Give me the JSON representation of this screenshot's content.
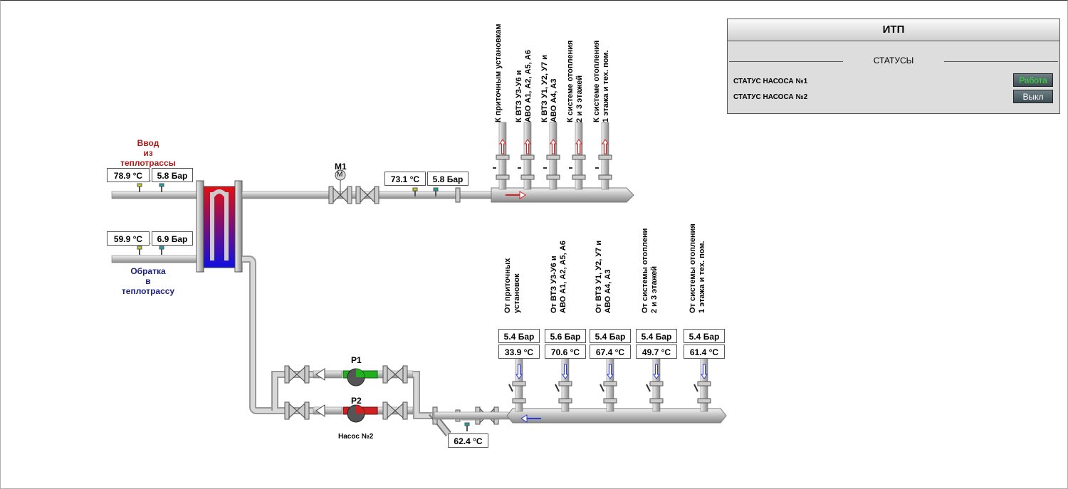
{
  "panel": {
    "title": "ИТП",
    "section": "СТАТУСЫ",
    "statuses": [
      {
        "label": "СТАТУС НАСОСА №1",
        "value": "Работа",
        "color": "#32e432"
      },
      {
        "label": "СТАТУС НАСОСА №2",
        "value": "Выкл",
        "color": "#ffffff"
      }
    ]
  },
  "inlet": {
    "title_lines": [
      "Ввод",
      "из",
      "теплотрассы"
    ],
    "temperature": "78.9 °C",
    "pressure": "5.8 Бар"
  },
  "return": {
    "title_lines": [
      "Обратка",
      "в",
      "теплотрассу"
    ],
    "temperature": "59.9 °C",
    "pressure": "6.9 Бар"
  },
  "supply_sensor": {
    "motor": "M1",
    "motor_icon": "M",
    "temperature": "73.1 °C",
    "pressure": "5.8 Бар"
  },
  "return_sensor": {
    "temperature": "62.4 °C"
  },
  "pumps": {
    "p1": "P1",
    "p2": "P2",
    "caption": "Насос №2"
  },
  "supply_branches": [
    "К приточным установкам",
    "К ВТЗ У3-У6 и\nАВО А1, А2, А5, А6",
    "К ВТЗ У1, У2, У7 и\nАВО А4, А3",
    "К системе отопления\n2 и 3 этажей",
    "К системе отопления\n1 этажа и тех. пом."
  ],
  "return_branches": [
    {
      "label": "От приточных\nустановок",
      "pressure": "5.4 Бар",
      "temperature": "33.9 °C"
    },
    {
      "label": "От ВТЗ У3-У6 и\nАВО А1, А2, А5, А6",
      "pressure": "5.6 Бар",
      "temperature": "70.6 °C"
    },
    {
      "label": "От ВТЗ У1, У2, У7 и\nАВО А4, А3",
      "pressure": "5.4 Бар",
      "temperature": "67.4 °C"
    },
    {
      "label": "От системы отоплени\n2 и 3 этажей",
      "pressure": "5.4 Бар",
      "temperature": "49.7 °C"
    },
    {
      "label": "От системы отопления\n1 этажа и тех. пом.",
      "pressure": "5.4 Бар",
      "temperature": "61.4 °C"
    }
  ],
  "colors": {
    "hot": "#e02020",
    "cold": "#2a3ad8",
    "pipe": "#c8c8c8",
    "pump_green": "#20b020",
    "pump_red": "#d02020"
  }
}
